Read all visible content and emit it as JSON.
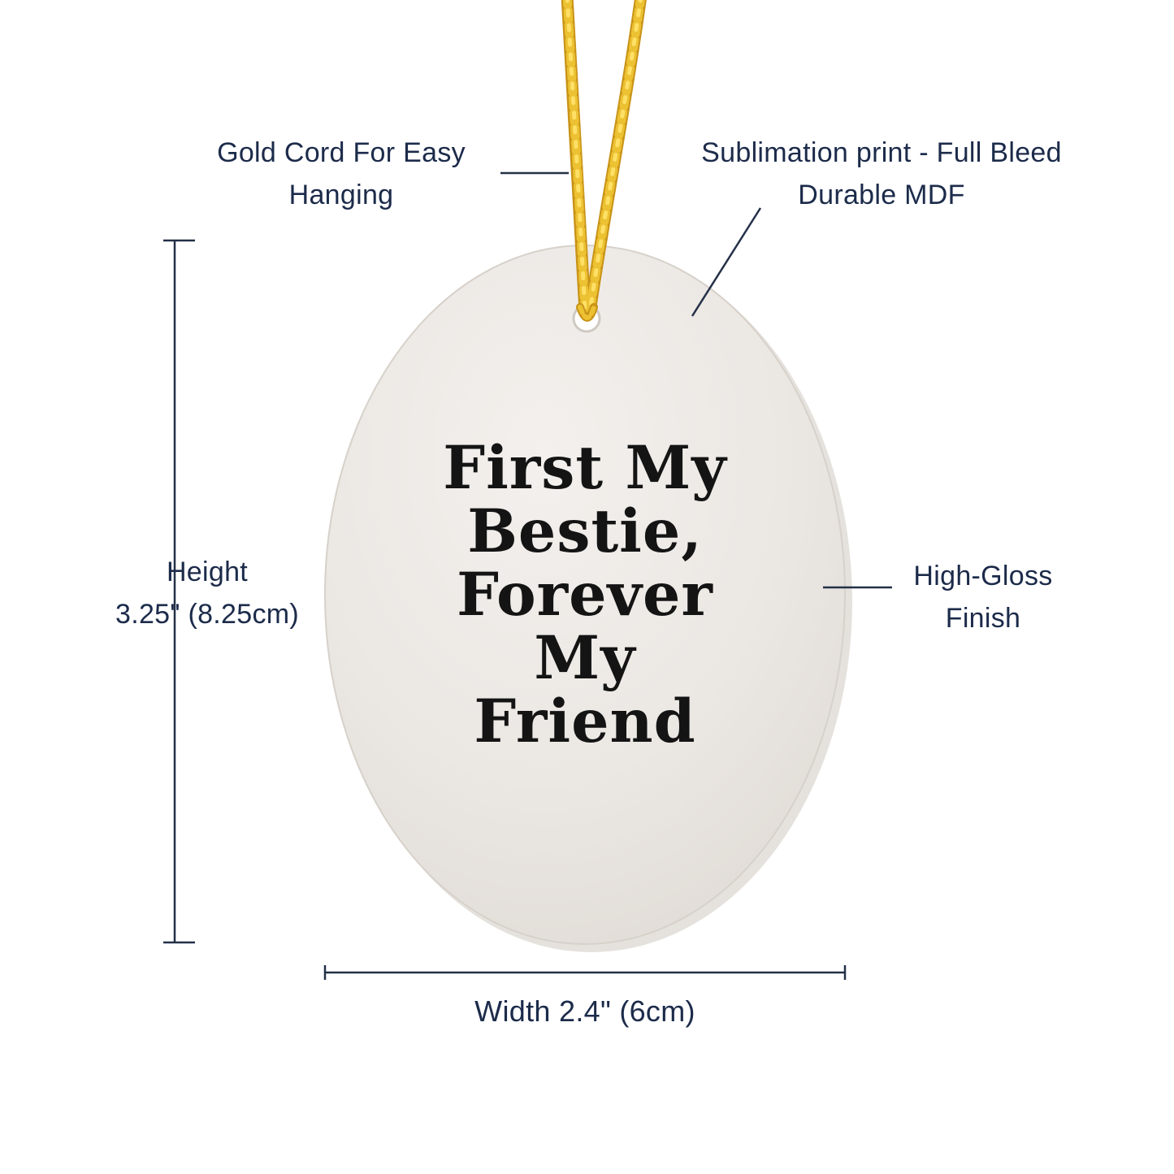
{
  "ornament": {
    "lines": [
      "First My",
      "Bestie,",
      "Forever",
      "My",
      "Friend"
    ]
  },
  "callouts": {
    "cord": {
      "line1": "Gold Cord For Easy",
      "line2": "Hanging"
    },
    "print": {
      "line1": "Sublimation print - Full Bleed",
      "line2": "Durable MDF"
    },
    "height": {
      "line1": "Height",
      "line2": "3.25\" (8.25cm)"
    },
    "finish": {
      "line1": "High-Gloss",
      "line2": "Finish"
    },
    "width": {
      "label": "Width 2.4\" (6cm)"
    }
  },
  "colors": {
    "cord_gold": "#e0ae1f",
    "cord_gold_light": "#f7d448",
    "label_navy": "#1c2b4a",
    "ornament_fill": "#eae6e1",
    "ornament_edge": "#d7d1ca",
    "print_black": "#141414"
  }
}
